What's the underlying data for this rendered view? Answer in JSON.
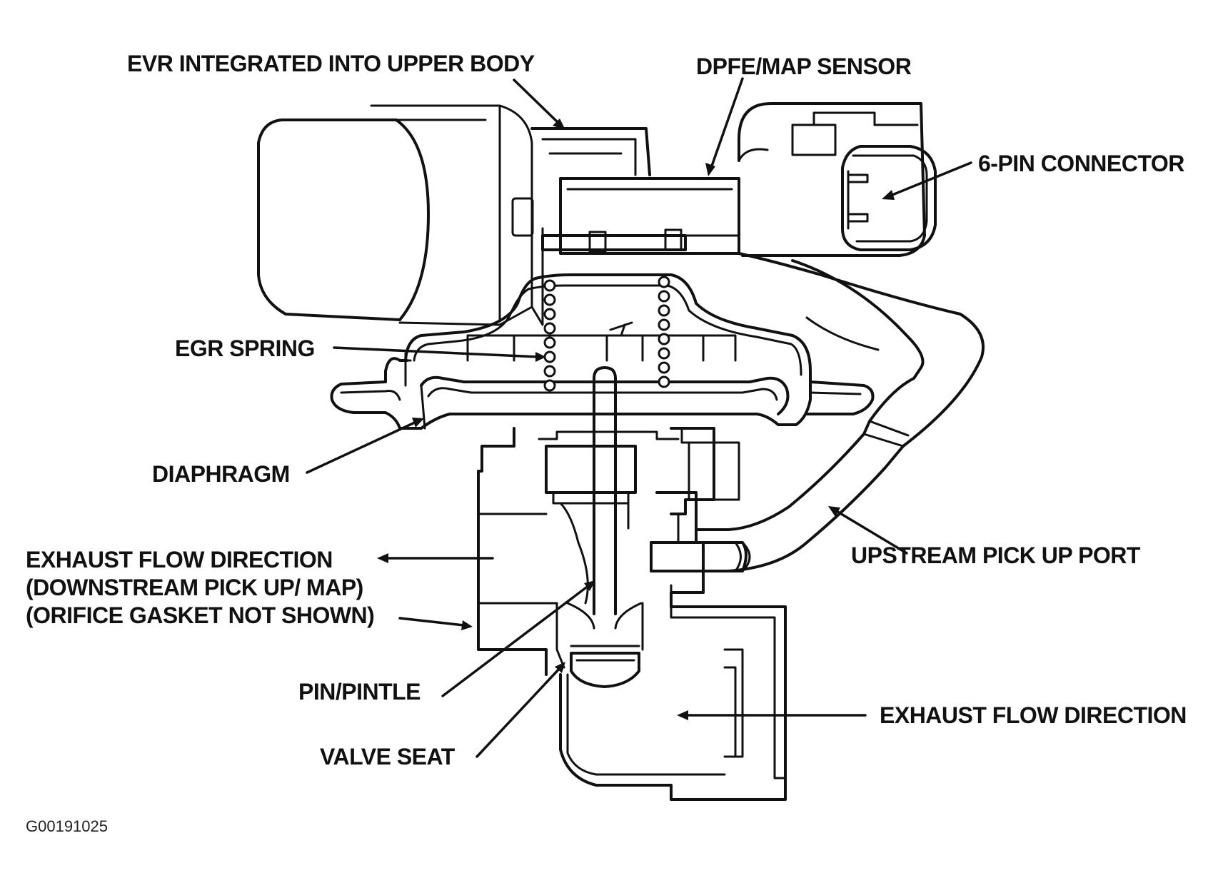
{
  "labels": {
    "evr": "EVR INTEGRATED INTO UPPER BODY",
    "dpfe": "DPFE/MAP SENSOR",
    "connector": "6-PIN CONNECTOR",
    "egr_spring": "EGR SPRING",
    "diaphragm": "DIAPHRAGM",
    "exhaust_left_1": "EXHAUST FLOW DIRECTION",
    "exhaust_left_2": "(DOWNSTREAM PICK UP/ MAP)",
    "exhaust_left_3": "(ORIFICE GASKET NOT SHOWN)",
    "upstream": "UPSTREAM PICK UP PORT",
    "pintle": "PIN/PINTLE",
    "valve_seat": "VALVE SEAT",
    "exhaust_right": "EXHAUST FLOW DIRECTION"
  },
  "figure_code": "G00191025"
}
